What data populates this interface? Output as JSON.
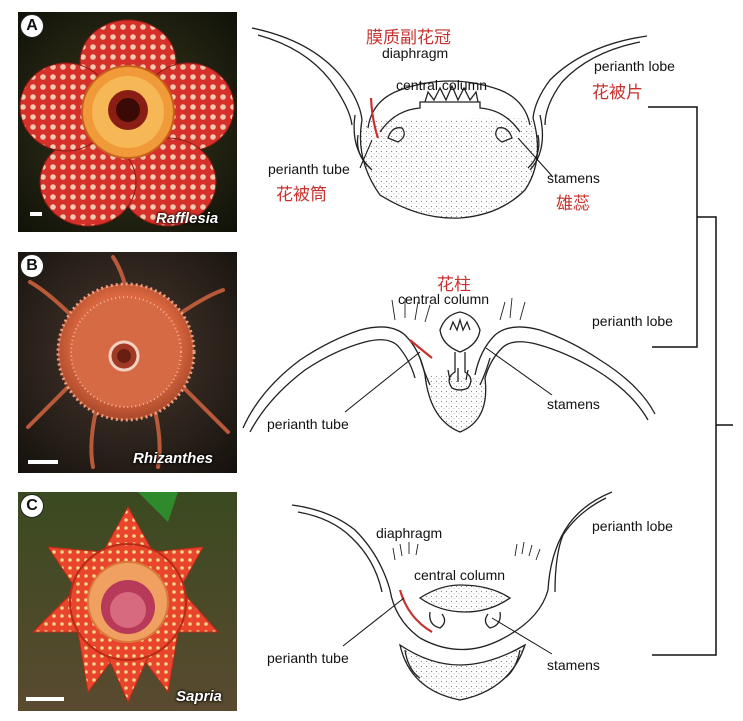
{
  "panels": [
    {
      "letter": "A",
      "species": "Rafflesia",
      "labels": {
        "diaphragm": "diaphragm",
        "diaphragm_zh": "膜质副花冠",
        "central_column": "central column",
        "perianth_lobe": "perianth lobe",
        "perianth_lobe_zh": "花被片",
        "perianth_tube": "perianth tube",
        "perianth_tube_zh": "花被筒",
        "stamens": "stamens",
        "stamens_zh": "雄蕊"
      }
    },
    {
      "letter": "B",
      "species": "Rhizanthes",
      "labels": {
        "central_column": "central column",
        "central_column_zh": "花柱",
        "perianth_lobe": "perianth lobe",
        "perianth_tube": "perianth tube",
        "stamens": "stamens"
      }
    },
    {
      "letter": "C",
      "species": "Sapria",
      "labels": {
        "diaphragm": "diaphragm",
        "central_column": "central column",
        "perianth_lobe": "perianth lobe",
        "perianth_tube": "perianth tube",
        "stamens": "stamens"
      }
    }
  ],
  "colors": {
    "annotation_red": "#c8322e",
    "rafflesia_petal": "#d8322a",
    "rhizanthes_body": "#d8663e",
    "sapria_petal": "#e8452c"
  }
}
